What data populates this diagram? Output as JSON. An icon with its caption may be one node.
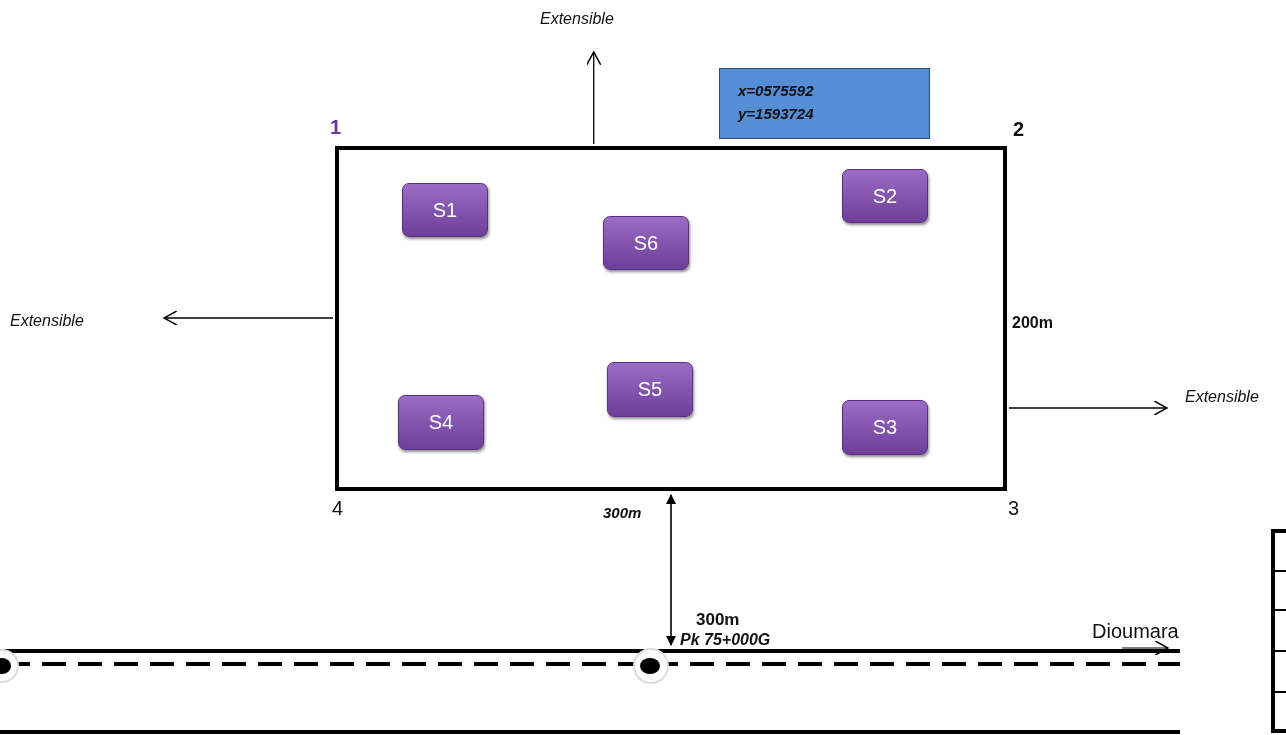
{
  "diagram": {
    "nodes": [
      {
        "text": [],
        "shape": "box"
      },
      {
        "text": [
          "S1"
        ],
        "in": 0
      },
      {
        "text": [
          "S6"
        ],
        "in": 0
      },
      {
        "text": [
          "S2"
        ],
        "in": 0
      },
      {
        "text": [
          "S5"
        ],
        "in": 0
      },
      {
        "text": [
          "S4"
        ],
        "in": 0
      },
      {
        "text": [
          "S3"
        ],
        "in": 0
      },
      {
        "text": [
          "x=0575592 y=1593724"
        ]
      },
      {
        "text": [
          "Extensible"
        ]
      },
      {
        "text": [
          "Extensible"
        ]
      },
      {
        "text": [
          "Extensible"
        ]
      }
    ],
    "edges": [
      {
        "from": 0,
        "to": 8,
        "arrow": "to"
      },
      {
        "from": 0,
        "to": 9,
        "arrow": "to"
      },
      {
        "from": 0,
        "to": 10,
        "arrow": "to"
      }
    ],
    "labels": [
      "1",
      "2",
      "200m",
      "4",
      "300m",
      "3",
      "300m",
      "Dioumara",
      "Pk 75+000G"
    ]
  }
}
